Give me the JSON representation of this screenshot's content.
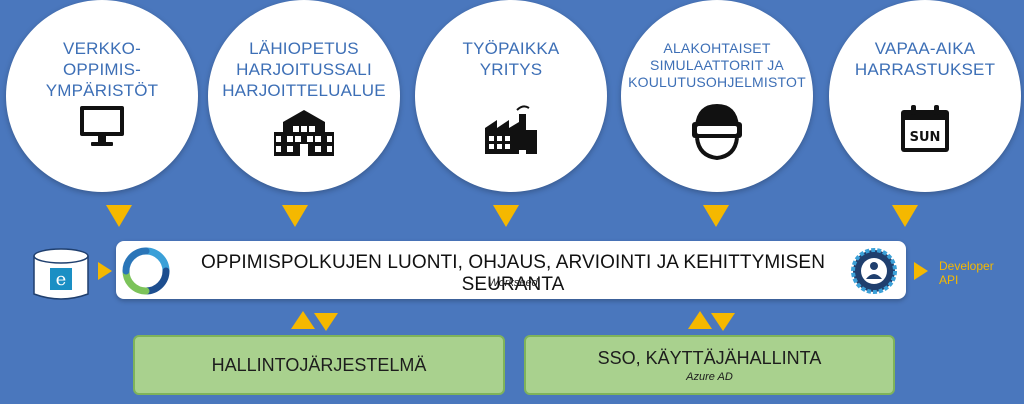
{
  "circles": [
    {
      "label": "VERKKO-\nOPPIMIS-\nYMPÄRISTÖT",
      "icon": "monitor-icon"
    },
    {
      "label": "LÄHIOPETUS\nHARJOITUSSALI\nHARJOITTELUALUE",
      "icon": "school-building-icon"
    },
    {
      "label": "TYÖPAIKKA\nYRITYS",
      "icon": "factory-icon"
    },
    {
      "label": "ALAKOHTAISET\nSIMULAATTORIT JA\nKOULUTUSOHJELMISTOT",
      "icon": "vr-headset-icon"
    },
    {
      "label": "VAPAA-AIKA\nHARRASTUKSET",
      "icon": "calendar-icon"
    }
  ],
  "calendar_icon_text": "SUN",
  "main": {
    "title": "OPPIMISPOLKUJEN LUONTI, OHJAUS, ARVIOINTI JA KEHITTYMISEN SEURANTA",
    "subtitle": "Workseed"
  },
  "developer_api": "Developer\nAPI",
  "admin_box": {
    "title": "HALLINTOJÄRJESTELMÄ"
  },
  "sso_box": {
    "title": "SSO, KÄYTTÄJÄHALLINTA",
    "subtitle": "Azure AD"
  },
  "colors": {
    "background": "#4a77bd",
    "accent": "#f5b800",
    "green": "#a9d18e",
    "circle_text": "#3d6fb6"
  }
}
